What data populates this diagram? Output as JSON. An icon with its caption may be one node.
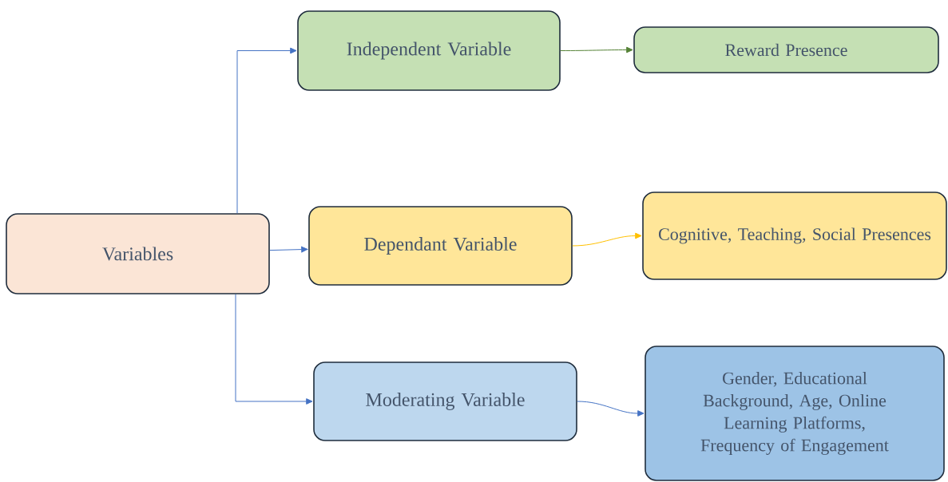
{
  "diagram": {
    "nodes": [
      {
        "text": [
          "Variables"
        ]
      },
      {
        "text": [
          "Independent Variable"
        ]
      },
      {
        "text": [
          "Reward Presence"
        ]
      },
      {
        "text": [
          "Dependant Variable"
        ]
      },
      {
        "text": [
          "Cognitive, Teaching, Social Presences"
        ]
      },
      {
        "text": [
          "Moderating Variable"
        ]
      },
      {
        "text": [
          "Gender, Educational Background, Age, Online Learning Platforms, Frequency of Engagement"
        ]
      }
    ],
    "edges": [
      {
        "from": 0,
        "to": 1,
        "arrow": "to"
      },
      {
        "from": 0,
        "to": 3,
        "arrow": "to"
      },
      {
        "from": 0,
        "to": 5,
        "arrow": "to"
      },
      {
        "from": 1,
        "to": 2,
        "arrow": "to",
        "color": "#548235"
      },
      {
        "from": 3,
        "to": 4,
        "arrow": "to",
        "color": "#ffc000"
      },
      {
        "from": 5,
        "to": 6,
        "arrow": "to"
      }
    ]
  }
}
